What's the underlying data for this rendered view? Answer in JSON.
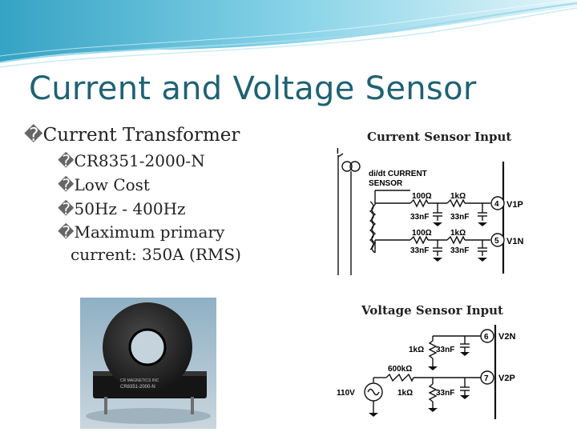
{
  "slide": {
    "title": "Current and Voltage Sensor",
    "bullet_marker": "�",
    "bullets": {
      "main": "Current Transformer",
      "sub": [
        "CR8351-2000-N",
        "Low Cost",
        "50Hz - 400Hz",
        "Maximum primary current: 350A (RMS)"
      ]
    }
  },
  "photo": {
    "label_line1": "CR MAGNETICS INC",
    "label_line2": "CR8351-2000-N"
  },
  "current_diagram": {
    "caption": "Current Sensor Input",
    "i_label": "I",
    "block_label_1": "di/dt CURRENT",
    "block_label_2": "SENSOR",
    "r1": "100Ω",
    "r2": "1kΩ",
    "c1": "33nF",
    "c2": "33nF",
    "r3": "100Ω",
    "r4": "1kΩ",
    "c3": "33nF",
    "c4": "33nF",
    "pin1_num": "4",
    "pin1_name": "V1P",
    "pin2_num": "5",
    "pin2_name": "V1N"
  },
  "voltage_diagram": {
    "caption": "Voltage Sensor Input",
    "r1": "1kΩ",
    "c1": "33nF",
    "pin1_num": "6",
    "pin1_name": "V2N",
    "r_big": "600kΩ",
    "source": "110V",
    "r2": "1kΩ",
    "c2": "33nF",
    "pin2_num": "7",
    "pin2_name": "V2P"
  }
}
